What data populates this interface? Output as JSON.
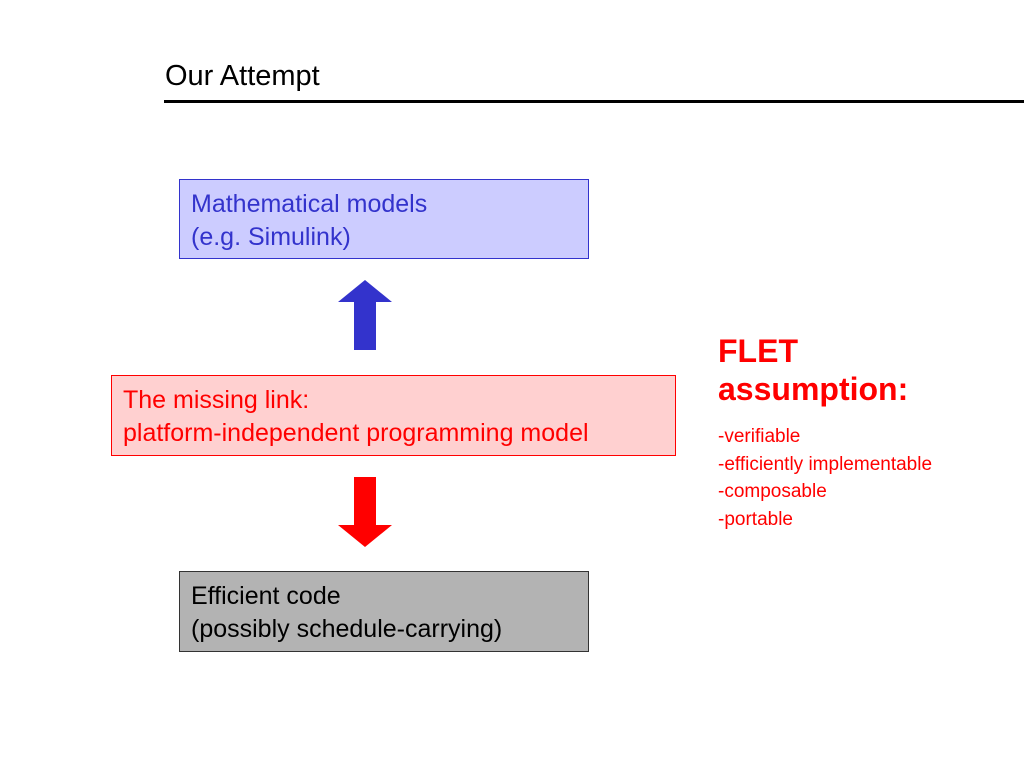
{
  "title": "Our Attempt",
  "boxes": {
    "math": {
      "line1": "Mathematical models",
      "line2": "(e.g. Simulink)"
    },
    "link": {
      "line1": "The missing link:",
      "line2": "platform-independent programming model"
    },
    "code": {
      "line1": "Efficient code",
      "line2": "(possibly schedule-carrying)"
    }
  },
  "flet": {
    "heading_line1": "FLET",
    "heading_line2": "assumption:",
    "items": [
      "-verifiable",
      "-efficiently implementable",
      "-composable",
      "-portable"
    ]
  },
  "colors": {
    "math_fill": "#ccccff",
    "math_text": "#3333cc",
    "link_fill": "#ffd0d0",
    "link_text": "#ff0000",
    "code_fill": "#b3b3b3",
    "arrow_up": "#3333cc",
    "arrow_down": "#ff0000"
  },
  "icons": {
    "up": "arrow-up-icon",
    "down": "arrow-down-icon"
  }
}
